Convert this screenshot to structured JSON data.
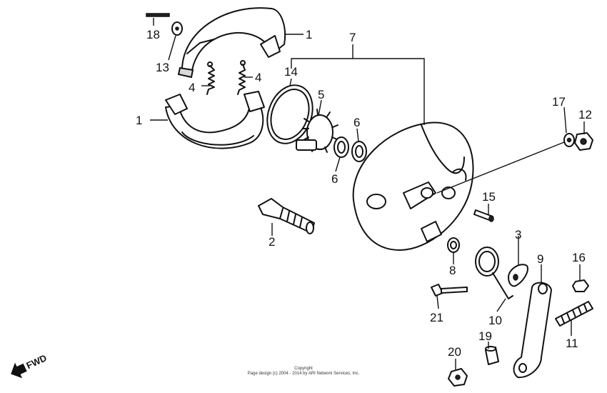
{
  "parts": {
    "p1_top": "1",
    "p1_left": "1",
    "p2": "2",
    "p3": "3",
    "p4_left": "4",
    "p4_right": "4",
    "p5": "5",
    "p6_upper": "6",
    "p6_lower": "6",
    "p7": "7",
    "p8": "8",
    "p9": "9",
    "p10": "10",
    "p11": "11",
    "p12": "12",
    "p13": "13",
    "p14": "14",
    "p15": "15",
    "p16": "16",
    "p17": "17",
    "p18": "18",
    "p19": "19",
    "p20": "20",
    "p21": "21"
  },
  "fwd_label": "FWD",
  "copyright": {
    "line1": "Copyright",
    "line2": "Page design (c) 2004 - 2014 by ARI Network Services, Inc."
  },
  "icons": [
    "fwd-arrow-icon"
  ]
}
